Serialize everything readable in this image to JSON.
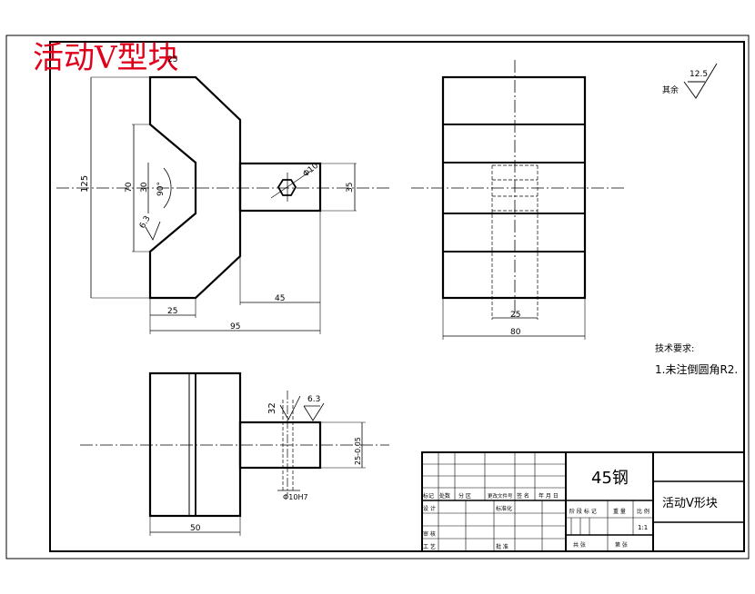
{
  "title": "活动V型块",
  "roughness": {
    "rest_label": "其余",
    "rest_value": "12.5"
  },
  "front_view": {
    "dims": {
      "top_width": "25",
      "height_total": "125",
      "vgroove_height": "70",
      "vgroove_bottom": "30",
      "angle": "90°",
      "roughness_v": "6.3",
      "hole_dia": "Φ10",
      "shaft_height": "35",
      "bottom_width": "25",
      "shaft_length": "45",
      "overall_width": "95"
    }
  },
  "side_view": {
    "dims": {
      "slot_width": "25",
      "overall_width": "80"
    }
  },
  "top_view": {
    "dims": {
      "roughness_a": "32",
      "roughness_b": "6.3",
      "shaft_tol": "25-0.05",
      "hole_fit": "Φ10H7",
      "width": "50"
    }
  },
  "tech_req": {
    "heading": "技术要求:",
    "item1": "1.未注倒圆角R2."
  },
  "title_block": {
    "material": "45钢",
    "part_name": "活动V形块",
    "scale": "1:1",
    "headers_left": [
      "标记",
      "处数",
      "分 区",
      "更改文件号",
      "签 名",
      "年 月 日"
    ],
    "rows_left": [
      "设 计",
      "标准化",
      "审 核",
      "工 艺",
      "批 准"
    ],
    "headers_mid": [
      "阶 段 标 记",
      "重 量",
      "比 例"
    ],
    "footer_mid": [
      "共 张",
      "第 张"
    ]
  }
}
